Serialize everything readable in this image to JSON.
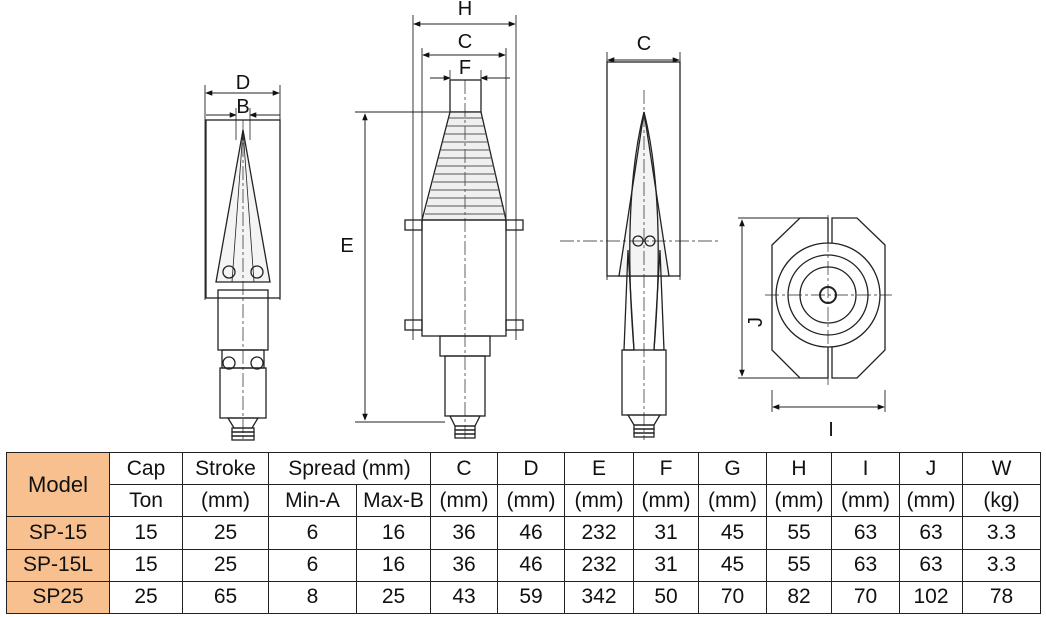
{
  "drawing": {
    "labels": {
      "D": "D",
      "B": "B",
      "H": "H",
      "C": "C",
      "F": "F",
      "E": "E",
      "C2": "C",
      "J": "J",
      "I": "I"
    }
  },
  "table": {
    "header_row1": {
      "model": "Model",
      "cap": "Cap",
      "stroke": "Stroke",
      "spread": "Spread (mm)",
      "c": "C",
      "d": "D",
      "e": "E",
      "f": "F",
      "g": "G",
      "h": "H",
      "i": "I",
      "j": "J",
      "w": "W"
    },
    "header_row2": {
      "cap": "Ton",
      "stroke": "(mm)",
      "min": "Min-A",
      "max": "Max-B",
      "c": "(mm)",
      "d": "(mm)",
      "e": "(mm)",
      "f": "(mm)",
      "g": "(mm)",
      "h": "(mm)",
      "i": "(mm)",
      "j": "(mm)",
      "w": "(kg)"
    },
    "rows": [
      {
        "model": "SP-15",
        "cap": "15",
        "stroke": "25",
        "min": "6",
        "max": "16",
        "c": "36",
        "d": "46",
        "e": "232",
        "f": "31",
        "g": "45",
        "h": "55",
        "i": "63",
        "j": "63",
        "w": "3.3"
      },
      {
        "model": "SP-15L",
        "cap": "15",
        "stroke": "25",
        "min": "6",
        "max": "16",
        "c": "36",
        "d": "46",
        "e": "232",
        "f": "31",
        "g": "45",
        "h": "55",
        "i": "63",
        "j": "63",
        "w": "3.3"
      },
      {
        "model": "SP25",
        "cap": "25",
        "stroke": "65",
        "min": "8",
        "max": "25",
        "c": "43",
        "d": "59",
        "e": "342",
        "f": "50",
        "g": "70",
        "h": "82",
        "i": "70",
        "j": "102",
        "w": "78"
      }
    ]
  },
  "colors": {
    "model_fill": "#f7c08e",
    "line": "#222222",
    "shade": "#e6e6e6"
  }
}
